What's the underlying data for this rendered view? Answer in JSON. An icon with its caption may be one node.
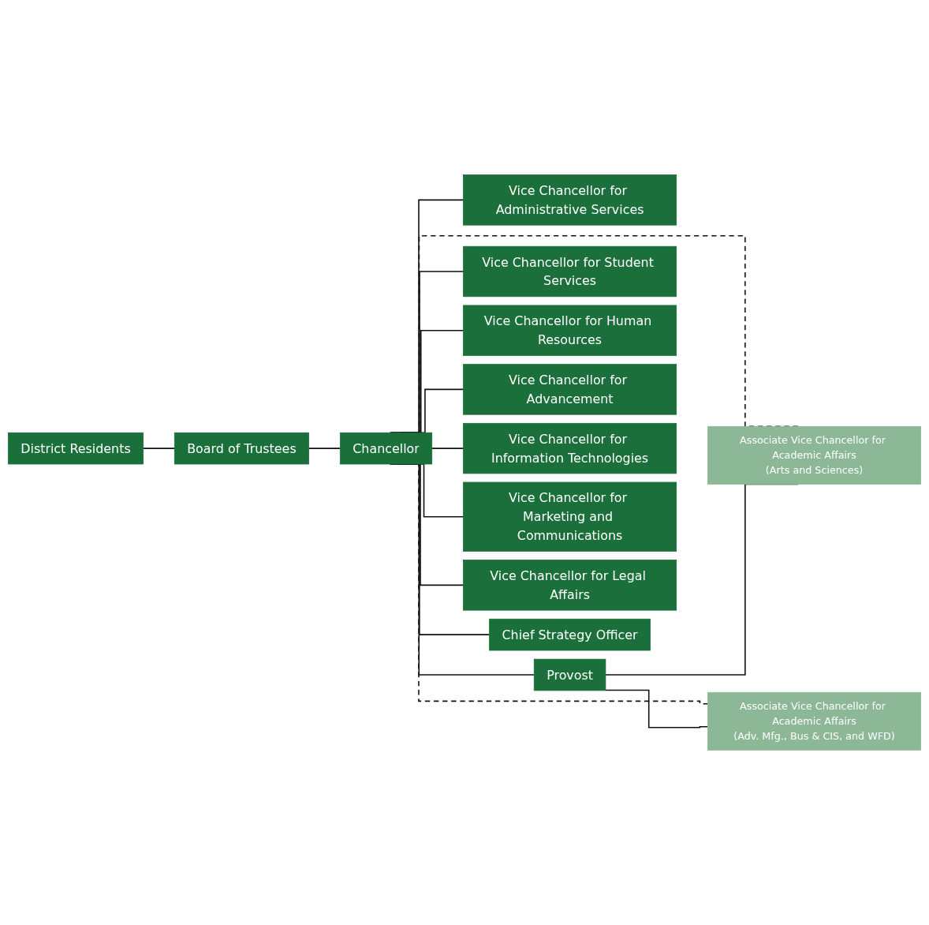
{
  "diagram": {
    "nodes": [
      {
        "text": [
          "District Residents"
        ]
      },
      {
        "text": [
          "Board of Trustees"
        ]
      },
      {
        "text": [
          "Chancellor"
        ]
      },
      {
        "text": [
          "Vice Chancellor for Administrative Services"
        ]
      },
      {
        "text": [
          "Provost"
        ]
      },
      {
        "text": [
          "Vice Chancellor for Student Services"
        ]
      },
      {
        "text": [
          "Associate Vice Chancellor for Academic Affairs",
          "(Arts and Sciences)"
        ]
      },
      {
        "text": [
          "Vice Chancellor for Human Resources"
        ]
      },
      {
        "text": [
          "Associate Vice Chancellor for Academic Affairs",
          "(Adv. Mfg., Bus & CIS, and WFD)"
        ]
      },
      {
        "text": [
          "Vice Chancellor for Advancement"
        ]
      },
      {
        "text": [
          "Vice Chancellor for Information Technologies"
        ]
      },
      {
        "text": [
          "Vice Chancellor for Marketing and Communications"
        ]
      },
      {
        "text": [
          "Vice Chancellor for Legal Affairs"
        ]
      },
      {
        "text": [
          "Chief Strategy Officer"
        ]
      }
    ],
    "edges": [
      {
        "from": 0,
        "to": 1,
        "arrow": "none"
      },
      {
        "from": 1,
        "to": 2,
        "arrow": "none"
      },
      {
        "from": 2,
        "to": 3,
        "arrow": "none"
      },
      {
        "from": 2,
        "to": 4,
        "arrow": "none"
      },
      {
        "from": 2,
        "to": 5,
        "arrow": "none"
      },
      {
        "from": 2,
        "to": 6,
        "arrow": "none",
        "style": "dashed"
      },
      {
        "from": 2,
        "to": 7,
        "arrow": "none"
      },
      {
        "from": 2,
        "to": 8,
        "arrow": "none",
        "style": "dashed"
      },
      {
        "from": 2,
        "to": 9,
        "arrow": "none"
      },
      {
        "from": 2,
        "to": 10,
        "arrow": "none"
      },
      {
        "from": 2,
        "to": 11,
        "arrow": "none"
      },
      {
        "from": 2,
        "to": 12,
        "arrow": "none"
      },
      {
        "from": 2,
        "to": 13,
        "arrow": "none"
      },
      {
        "from": 4,
        "to": 6,
        "arrow": "none"
      },
      {
        "from": 4,
        "to": 8,
        "arrow": "none"
      }
    ]
  }
}
